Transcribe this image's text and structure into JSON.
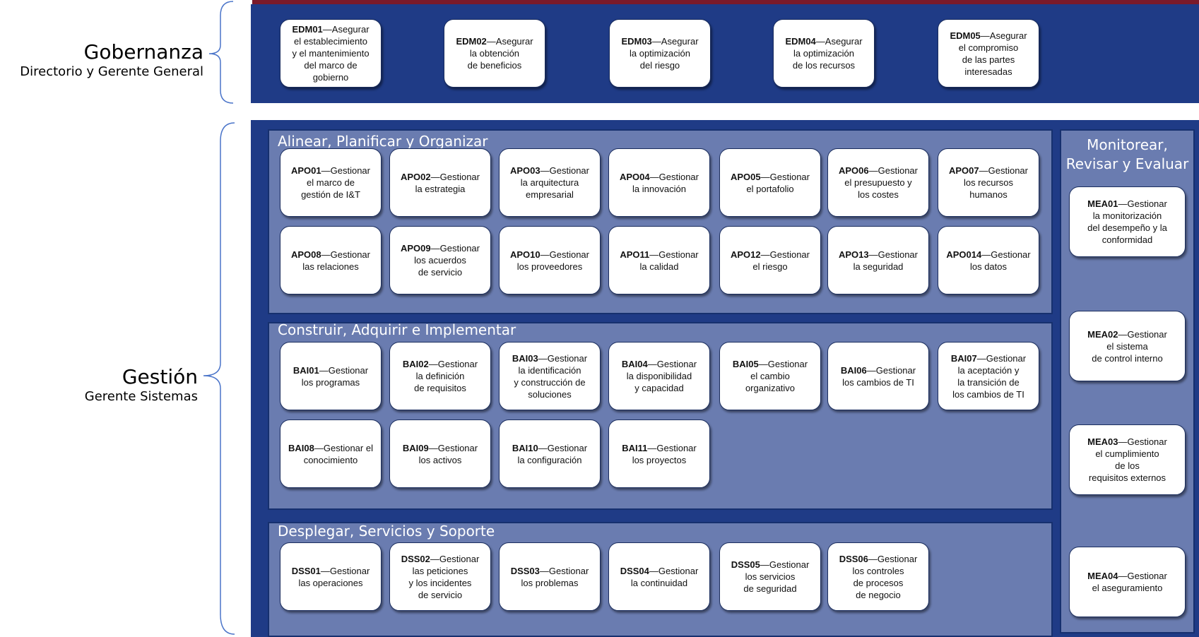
{
  "left_labels": {
    "governance": {
      "title": "Gobernanza",
      "subtitle": "Directorio y Gerente General"
    },
    "management": {
      "title": "Gestión",
      "subtitle": "Gerente Sistemas"
    }
  },
  "governance_boxes": [
    {
      "code": "EDM01",
      "text": "—Asegurar\nel establecimiento\ny el mantenimiento\ndel marco de\ngobierno"
    },
    {
      "code": "EDM02",
      "text": "—Asegurar\nla obtención\nde beneficios"
    },
    {
      "code": "EDM03",
      "text": "—Asegurar\nla optimización\ndel riesgo"
    },
    {
      "code": "EDM04",
      "text": "—Asegurar\nla optimización\nde los recursos"
    },
    {
      "code": "EDM05",
      "text": "—Asegurar\nel compromiso\nde las partes\ninteresadas"
    }
  ],
  "apo": {
    "title": "Alinear, Planificar y Organizar",
    "boxes": [
      {
        "code": "APO01",
        "text": "—Gestionar\nel marco de\ngestión de I&T"
      },
      {
        "code": "APO02",
        "text": "—Gestionar\nla estrategia"
      },
      {
        "code": "APO03",
        "text": "—Gestionar\nla arquitectura\nempresarial"
      },
      {
        "code": "APO04",
        "text": "—Gestionar\nla innovación"
      },
      {
        "code": "APO05",
        "text": "—Gestionar\nel portafolio"
      },
      {
        "code": "APO06",
        "text": "—Gestionar\nel presupuesto y\nlos costes"
      },
      {
        "code": "APO07",
        "text": "—Gestionar\nlos recursos\nhumanos"
      },
      {
        "code": "APO08",
        "text": "—Gestionar\nlas relaciones"
      },
      {
        "code": "APO09",
        "text": "—Gestionar\nlos acuerdos\nde servicio"
      },
      {
        "code": "APO10",
        "text": "—Gestionar\nlos proveedores"
      },
      {
        "code": "APO11",
        "text": "—Gestionar\nla calidad"
      },
      {
        "code": "APO12",
        "text": "—Gestionar\nel riesgo"
      },
      {
        "code": "APO13",
        "text": "—Gestionar\nla seguridad"
      },
      {
        "code": "APO014",
        "text": "—Gestionar\nlos datos"
      }
    ]
  },
  "bai": {
    "title": "Construir, Adquirir e Implementar",
    "boxes": [
      {
        "code": "BAI01",
        "text": "—Gestionar\nlos programas"
      },
      {
        "code": "BAI02",
        "text": "—Gestionar\nla definición\nde requisitos"
      },
      {
        "code": "BAI03",
        "text": "—Gestionar\nla identificación\ny construcción de\nsoluciones"
      },
      {
        "code": "BAI04",
        "text": "—Gestionar\nla disponibilidad\ny capacidad"
      },
      {
        "code": "BAI05",
        "text": "—Gestionar\nel cambio\norganizativo"
      },
      {
        "code": "BAI06",
        "text": "—Gestionar\nlos cambios de TI"
      },
      {
        "code": "BAI07",
        "text": "—Gestionar\nla aceptación y\nla transición de\nlos cambios de TI"
      },
      {
        "code": "BAI08",
        "text": "—Gestionar el\nconocimiento"
      },
      {
        "code": "BAI09",
        "text": "—Gestionar\nlos activos"
      },
      {
        "code": "BAI10",
        "text": "—Gestionar\nla configuración"
      },
      {
        "code": "BAI11",
        "text": "—Gestionar\nlos proyectos"
      }
    ]
  },
  "dss": {
    "title": "Desplegar, Servicios y Soporte",
    "boxes": [
      {
        "code": "DSS01",
        "text": "—Gestionar\nlas operaciones"
      },
      {
        "code": "DSS02",
        "text": "—Gestionar\nlas peticiones\ny los incidentes\nde servicio"
      },
      {
        "code": "DSS03",
        "text": "—Gestionar\nlos problemas"
      },
      {
        "code": "DSS04",
        "text": "—Gestionar\nla continuidad"
      },
      {
        "code": "DSS05",
        "text": "—Gestionar\nlos servicios\nde seguridad"
      },
      {
        "code": "DSS06",
        "text": "—Gestionar\nlos controles\nde procesos\nde negocio"
      }
    ]
  },
  "mea": {
    "title": "Monitorear,\nRevisar y Evaluar",
    "boxes": [
      {
        "code": "MEA01",
        "text": "—Gestionar\nla monitorización\ndel desempeño y la\nconformidad"
      },
      {
        "code": "MEA02",
        "text": "—Gestionar\nel sistema\nde control interno"
      },
      {
        "code": "MEA03",
        "text": "—Gestionar\nel cumplimiento\nde los\nrequisitos externos"
      },
      {
        "code": "MEA04",
        "text": "—Gestionar\nel aseguramiento"
      }
    ]
  },
  "colors": {
    "navy": "#1f3b86",
    "panel": "#6a7cb0",
    "accent": "#7a1a2a"
  }
}
